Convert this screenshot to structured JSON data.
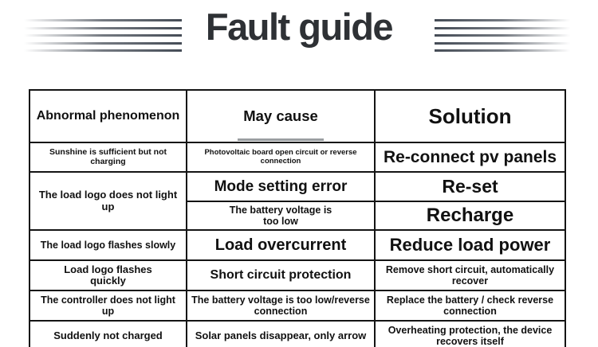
{
  "title": "Fault guide",
  "table": {
    "headers": [
      "Abnormal phenomenon",
      "May cause",
      "Solution"
    ],
    "rows": [
      {
        "phenomenon": "Sunshine is sufficient but not charging",
        "cause": "Photovoltaic board open circuit or reverse connection",
        "solution": "Re-connect pv panels"
      },
      {
        "phenomenon": "The load logo does not light\nup",
        "sub": [
          {
            "cause": "Mode setting error",
            "solution": "Re-set"
          },
          {
            "cause": "The battery voltage is\ntoo low",
            "solution": "Recharge"
          }
        ]
      },
      {
        "phenomenon": "The load logo flashes slowly",
        "cause": "Load overcurrent",
        "solution": "Reduce load power"
      },
      {
        "phenomenon": "Load logo flashes\nquickly",
        "cause": "Short circuit protection",
        "solution": "Remove short circuit, automatically\nrecover"
      },
      {
        "phenomenon": "The controller does not light up",
        "cause": "The battery voltage is too low/reverse\nconnection",
        "solution": "Replace the battery / check reverse\nconnection"
      },
      {
        "phenomenon": "Suddenly not charged",
        "cause": "Solar panels disappear, only arrow",
        "solution": "Overheating protection, the device\nrecovers itself"
      }
    ]
  },
  "colors": {
    "title": "#2e3135",
    "speed_line": "#454c56",
    "table_border": "#141414",
    "text": "#111111",
    "may_cause_underline": "#9a9ea1"
  }
}
